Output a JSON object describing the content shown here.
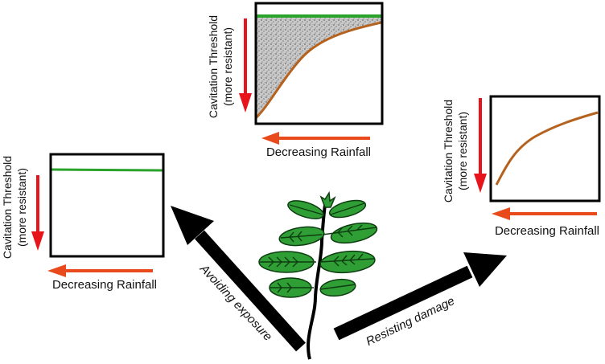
{
  "colors": {
    "frame": "#000000",
    "green_line": "#2aa32a",
    "brown_curve": "#b5621e",
    "red_vertical_arrow": "#e8141b",
    "orange_horizontal_arrow": "#e84a1c",
    "hatch": "#9a9a9a",
    "leaf_fill": "#2f9e35",
    "leaf_vein": "#0d3d10",
    "big_arrow": "#000000"
  },
  "panels": {
    "top": {
      "ylabel_line1": "Cavitation Threshold",
      "ylabel_line2": "(more resistant)",
      "xlabel": "Decreasing Rainfall"
    },
    "left": {
      "ylabel_line1": "Cavitation Threshold",
      "ylabel_line2": "(more resistant)",
      "xlabel": "Decreasing Rainfall"
    },
    "right": {
      "ylabel_line1": "Cavitation Threshold",
      "ylabel_line2": "(more resistant)",
      "xlabel": "Decreasing Rainfall"
    }
  },
  "arrows": {
    "left_label": "Avoiding exposure",
    "right_label": "Resisting damage"
  },
  "icons": [
    "plant-icon"
  ]
}
